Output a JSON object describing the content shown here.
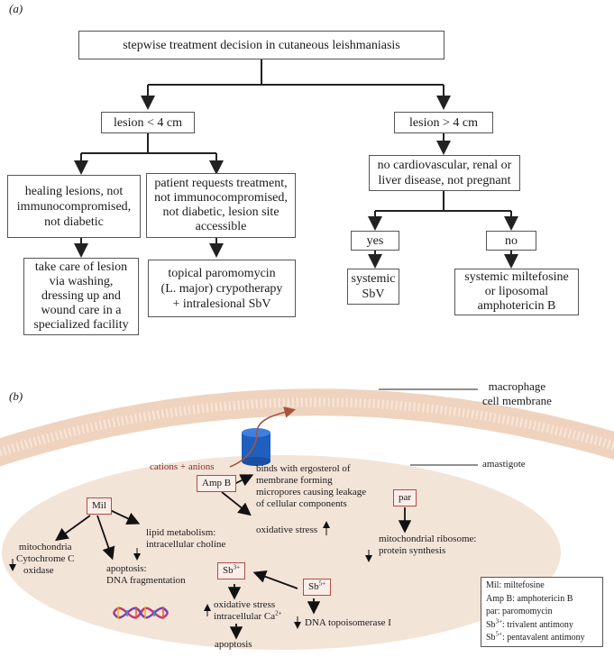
{
  "panel_a": {
    "label": "(a)",
    "root": "stepwise treatment decision in cutaneous leishmaniasis",
    "left_branch": "lesion < 4 cm",
    "right_branch": "lesion > 4 cm",
    "healing": [
      "healing lesions, not",
      "immunocompromised,",
      "not diabetic"
    ],
    "requests": [
      "patient requests treatment,",
      "not immunocompromised,",
      "not diabetic, lesion site",
      "accessible"
    ],
    "care": [
      "take care of lesion",
      "via washing,",
      "dressing up and",
      "wound care in a",
      "specialized facility"
    ],
    "topical": [
      "topical paromomycin",
      "(L. major) crypotherapy",
      "+ intralesional SbV"
    ],
    "conditions": [
      "no cardiovascular, renal or",
      "liver disease, not pregnant"
    ],
    "yes": "yes",
    "no": "no",
    "systemic_sbv": [
      "systemic",
      "SbV"
    ],
    "systemic_mil": [
      "systemic miltefosine",
      "or liposomal",
      "amphotericin B"
    ]
  },
  "panel_b": {
    "label": "(b)",
    "macrophage": [
      "macrophage",
      "cell membrane"
    ],
    "amastigote": "amastigote",
    "cations": "cations + anions",
    "ampb": "Amp B",
    "ampb_text": [
      "binds with ergosterol of",
      "membrane forming",
      "micropores causing leakage",
      "of cellular components"
    ],
    "oxidative": "oxidative stress",
    "par": "par",
    "par_text": [
      "mitochondrial ribosome:",
      "protein synthesis"
    ],
    "mil": "Mil",
    "lipid": [
      "lipid metabolism:",
      "intracellular choline"
    ],
    "mito": [
      "mitochondria",
      "Cytochrome C",
      "oxidase"
    ],
    "apoptosis_dna": [
      "apoptosis:",
      "DNA fragmentation"
    ],
    "sb3": "Sb",
    "sb3_sup": "3+",
    "sb5": "Sb",
    "sb5_sup": "5+",
    "ox2": "oxidative stress",
    "ca": "intracellular Ca",
    "ca_sup": "2+",
    "apoptosis": "apoptosis",
    "topo": "DNA topoisomerase I",
    "legend": [
      {
        "pre": "Mil: miltefosine"
      },
      {
        "pre": "Amp B: amphotericin B"
      },
      {
        "pre": "par: paromomycin"
      },
      {
        "pre": "Sb",
        "sup": "3+",
        "post": ": trivalent antimony"
      },
      {
        "pre": "Sb",
        "sup": "5+",
        "post": ": pentavalent antimony"
      }
    ]
  },
  "colors": {
    "cell": "#f3e4d8",
    "membrane": "#f1d9c7",
    "accent": "#b34a4a",
    "channel": "#1f5fbf"
  }
}
